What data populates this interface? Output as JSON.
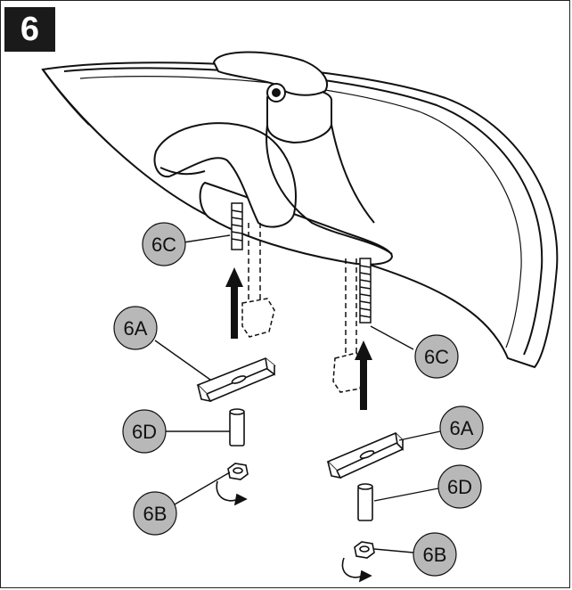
{
  "step": {
    "number": "6"
  },
  "callouts": {
    "c6C_left": "6C",
    "c6C_right": "6C",
    "c6A_left": "6A",
    "c6A_right": "6A",
    "c6D_left": "6D",
    "c6D_right": "6D",
    "c6B_left": "6B",
    "c6B_right": "6B"
  },
  "colors": {
    "callout_fill": "#b8b8b8",
    "line": "#111111",
    "step_bg": "#1a1a1a"
  }
}
